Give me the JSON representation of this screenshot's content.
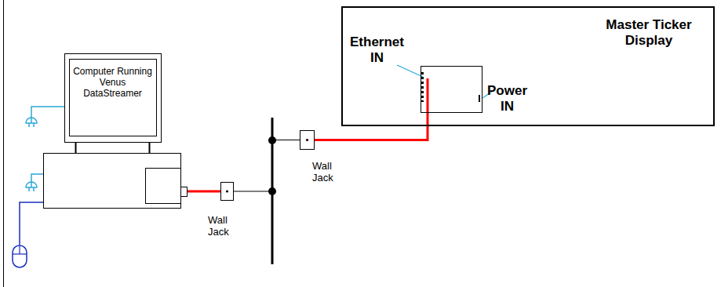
{
  "diagram": {
    "nodes": [
      {
        "text": [
          "Computer Running Venus DataStreamer"
        ]
      },
      {
        "text": [
          "Wall Jack"
        ]
      },
      {
        "text": [
          "Wall Jack"
        ]
      },
      {
        "text": [
          "Master Ticker Display"
        ]
      },
      {
        "text": [
          "Ethernet IN",
          "Power IN"
        ],
        "in": 3
      }
    ],
    "edges": [
      {
        "from": 0,
        "to": 1,
        "arrow": "none"
      },
      {
        "from": 1,
        "to": 2,
        "arrow": "none"
      },
      {
        "from": 2,
        "to": 4,
        "arrow": "none"
      }
    ]
  }
}
